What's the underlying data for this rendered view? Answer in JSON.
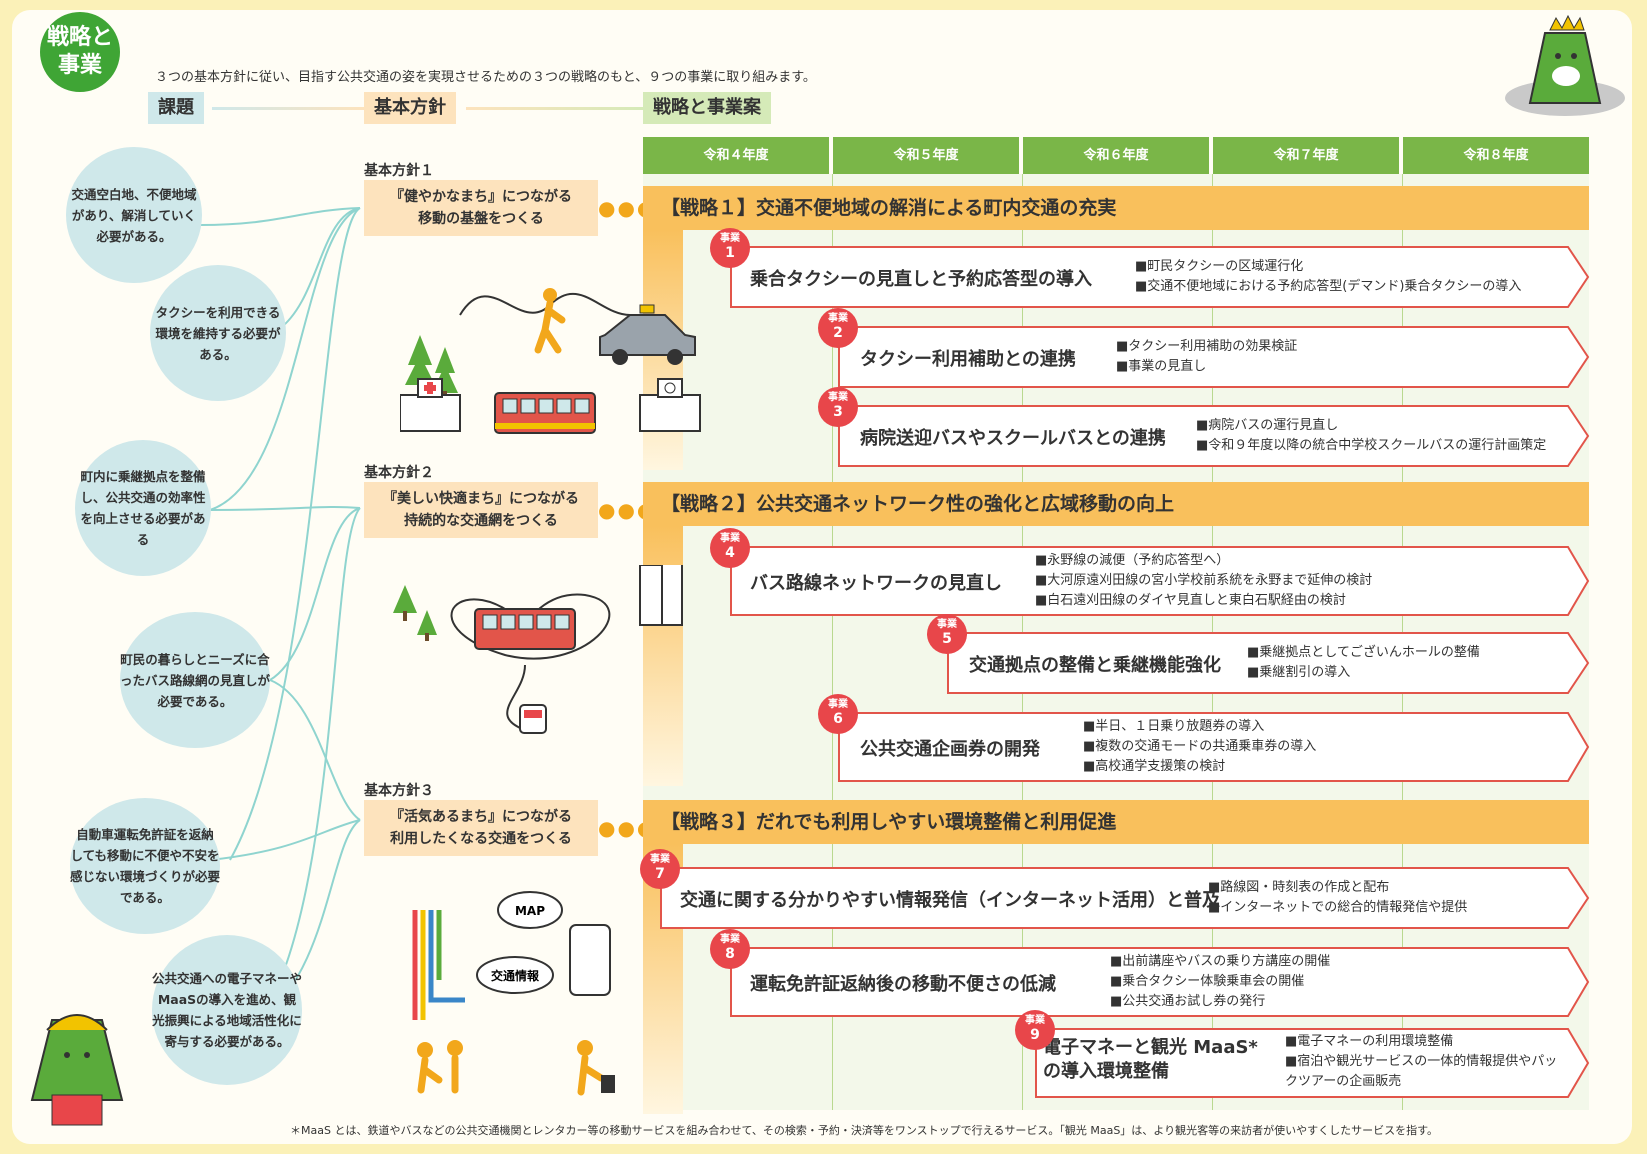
{
  "header": {
    "badge": "戦略と事業",
    "intro": "３つの基本方針に従い、目指す公共交通の姿を実現させるための３つの戦略のもと、９つの事業に取り組みます。",
    "columns": [
      "課題",
      "基本方針",
      "戦略と事業案"
    ]
  },
  "years": [
    "令和４年度",
    "令和５年度",
    "令和６年度",
    "令和７年度",
    "令和８年度"
  ],
  "issues": [
    "交通空白地、不便地域があり、解消していく必要がある。",
    "タクシーを利用できる環境を維持する必要がある。",
    "町内に乗継拠点を整備し、公共交通の効率性を向上させる必要がある",
    "町民の暮らしとニーズに合ったバス路線網の見直しが必要である。",
    "自動車運転免許証を返納しても移動に不便や不安を感じない環境づくりが必要である。",
    "公共交通への電子マネーやMaaSの導入を進め、観光振興による地域活性化に寄与する必要がある。"
  ],
  "policies": [
    {
      "label": "基本方針１",
      "text1": "『健やかなまち』につながる",
      "text2": "移動の基盤をつくる"
    },
    {
      "label": "基本方針２",
      "text1": "『美しい快適まち』につながる",
      "text2": "持続的な交通網をつくる"
    },
    {
      "label": "基本方針３",
      "text1": "『活気あるまち』につながる",
      "text2": "利用したくなる交通をつくる"
    }
  ],
  "strategies": [
    "【戦略１】交通不便地域の解消による町内交通の充実",
    "【戦略２】公共交通ネットワーク性の強化と広域移動の向上",
    "【戦略３】だれでも利用しやすい環境整備と利用促進"
  ],
  "project_label": "事業",
  "projects": [
    {
      "num": "1",
      "title": "乗合タクシーの見直しと予約応答型の導入",
      "items": [
        "■町民タクシーの区域運行化",
        "■交通不便地域における予約応答型(デマンド)乗合タクシーの導入"
      ]
    },
    {
      "num": "2",
      "title": "タクシー利用補助との連携",
      "items": [
        "■タクシー利用補助の効果検証",
        "■事業の見直し"
      ]
    },
    {
      "num": "3",
      "title": "病院送迎バスやスクールバスとの連携",
      "items": [
        "■病院バスの運行見直し",
        "■令和９年度以降の統合中学校スクールバスの運行計画策定"
      ]
    },
    {
      "num": "4",
      "title": "バス路線ネットワークの見直し",
      "items": [
        "■永野線の減便（予約応答型へ）",
        "■大河原遠刈田線の宮小学校前系統を永野まで延伸の検討",
        "■白石遠刈田線のダイヤ見直しと東白石駅経由の検討"
      ]
    },
    {
      "num": "5",
      "title": "交通拠点の整備と乗継機能強化",
      "items": [
        "■乗継拠点としてございんホールの整備",
        "■乗継割引の導入"
      ]
    },
    {
      "num": "6",
      "title": "公共交通企画券の開発",
      "items": [
        "■半日、１日乗り放題券の導入",
        "■複数の交通モードの共通乗車券の導入",
        "■高校通学支援策の検討"
      ]
    },
    {
      "num": "7",
      "title": "交通に関する分かりやすい情報発信（インターネット活用）と普及",
      "items": [
        "■路線図・時刻表の作成と配布",
        "■インターネットでの総合的情報発信や提供"
      ]
    },
    {
      "num": "8",
      "title": "運転免許証返納後の移動不便さの低減",
      "items": [
        "■出前講座やバスの乗り方講座の開催",
        "■乗合タクシー体験乗車会の開催",
        "■公共交通お試し券の発行"
      ]
    },
    {
      "num": "9",
      "title": "電子マネーと観光 MaaS* の導入環境整備",
      "items": [
        "■電子マネーの利用環境整備",
        "■宿泊や観光サービスの一体的情報提供やパックツアーの企画販売"
      ]
    }
  ],
  "illustrations": {
    "map_bubble": "MAP",
    "info_bubble": "交通情報"
  },
  "footnote": "＊MaaS とは、鉄道やバスなどの公共交通機関とレンタカー等の移動サービスを組み合わせて、その検索・予約・決済等をワンストップで行えるサービス。「観光 MaaS」は、より観光客等の来訪者が使いやすくしたサービスを指す。",
  "colors": {
    "green": "#3fa535",
    "strategy": "#f9c05c",
    "policy": "#fde3bd",
    "issue": "#cfe8ea",
    "number": "#e8464a"
  }
}
